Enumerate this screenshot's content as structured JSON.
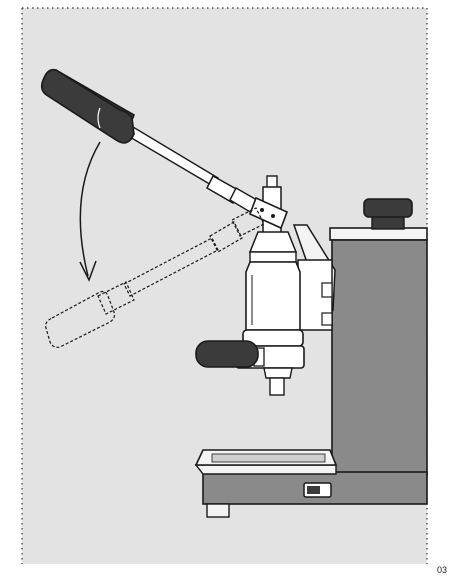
{
  "figure": {
    "number": "03"
  },
  "colors": {
    "background_panel": "#e3e3e3",
    "machine_body": "#8a8a8a",
    "handle_dark": "#3b3b3b",
    "outline": "#1a1a1a",
    "metal_light": "#ffffff"
  },
  "icons": {
    "motion_arrow": "curved-arrow-down",
    "lever": "lever-handle",
    "portafilter": "portafilter",
    "switch": "power-switch"
  }
}
